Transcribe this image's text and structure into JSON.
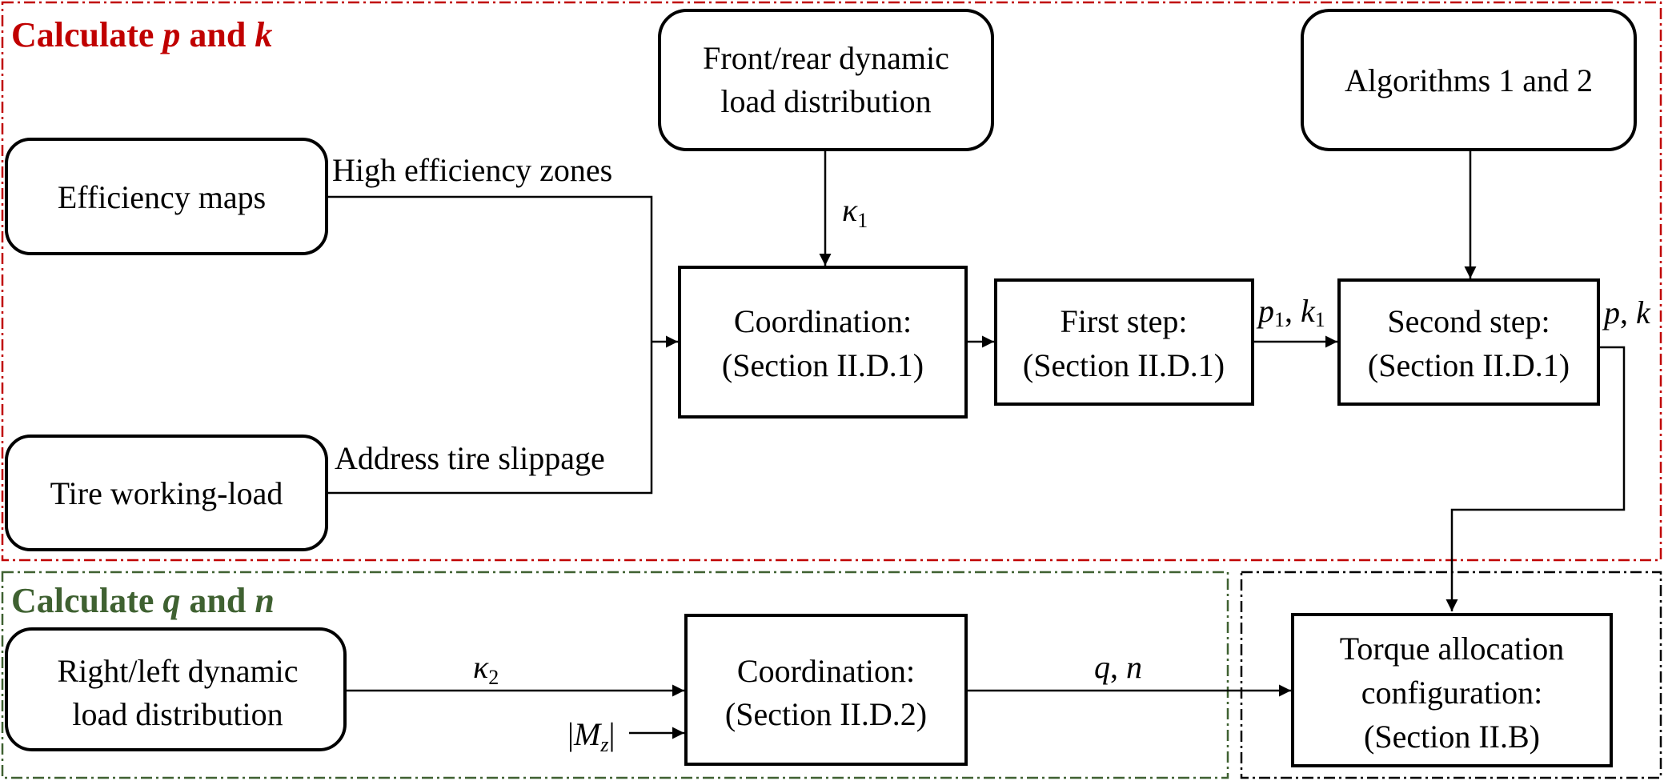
{
  "colors": {
    "group_p_k": "#c00000",
    "group_q_n": "#3f6131",
    "group_output": "#000000",
    "node_stroke": "#000000"
  },
  "groups": {
    "p_k": {
      "title_prefix": "Calculate ",
      "title_var1": "p",
      "title_mid": " and ",
      "title_var2": "k"
    },
    "q_n": {
      "title_prefix": "Calculate ",
      "title_var1": "q",
      "title_mid": " and ",
      "title_var2": "n"
    }
  },
  "nodes": {
    "front_rear": {
      "line1": "Front/rear dynamic",
      "line2": "load distribution"
    },
    "algorithms": {
      "line1": "Algorithms 1 and 2"
    },
    "efficiency_maps": {
      "line1": "Efficiency maps"
    },
    "tire_working_load": {
      "line1": "Tire working-load"
    },
    "coordination_1": {
      "line1": "Coordination:",
      "line2": "(Section II.D.1)"
    },
    "first_step": {
      "line1": "First step:",
      "line2": "(Section II.D.1)"
    },
    "second_step": {
      "line1": "Second step:",
      "line2": "(Section II.D.1)"
    },
    "right_left": {
      "line1": "Right/left dynamic",
      "line2": "load distribution"
    },
    "coordination_2": {
      "line1": "Coordination:",
      "line2": "(Section II.D.2)"
    },
    "torque_allocation": {
      "line1": "Torque allocation",
      "line2": "configuration:",
      "line3": "(Section II.B)"
    }
  },
  "edges": {
    "high_efficiency": "High efficiency zones",
    "tire_slippage": "Address tire slippage",
    "kappa1": {
      "symbol": "κ",
      "sub": "1"
    },
    "kappa2": {
      "symbol": "κ",
      "sub": "2"
    },
    "p1k1": {
      "p": "p",
      "p_sub": "1",
      "sep": ", ",
      "k": "k",
      "k_sub": "1"
    },
    "pk": {
      "p": "p",
      "sep": ", ",
      "k": "k"
    },
    "qn": {
      "q": "q",
      "sep": ", ",
      "n": "n"
    },
    "mz": {
      "bar_l": "|",
      "M": "M",
      "sub": "z",
      "bar_r": "|"
    }
  }
}
